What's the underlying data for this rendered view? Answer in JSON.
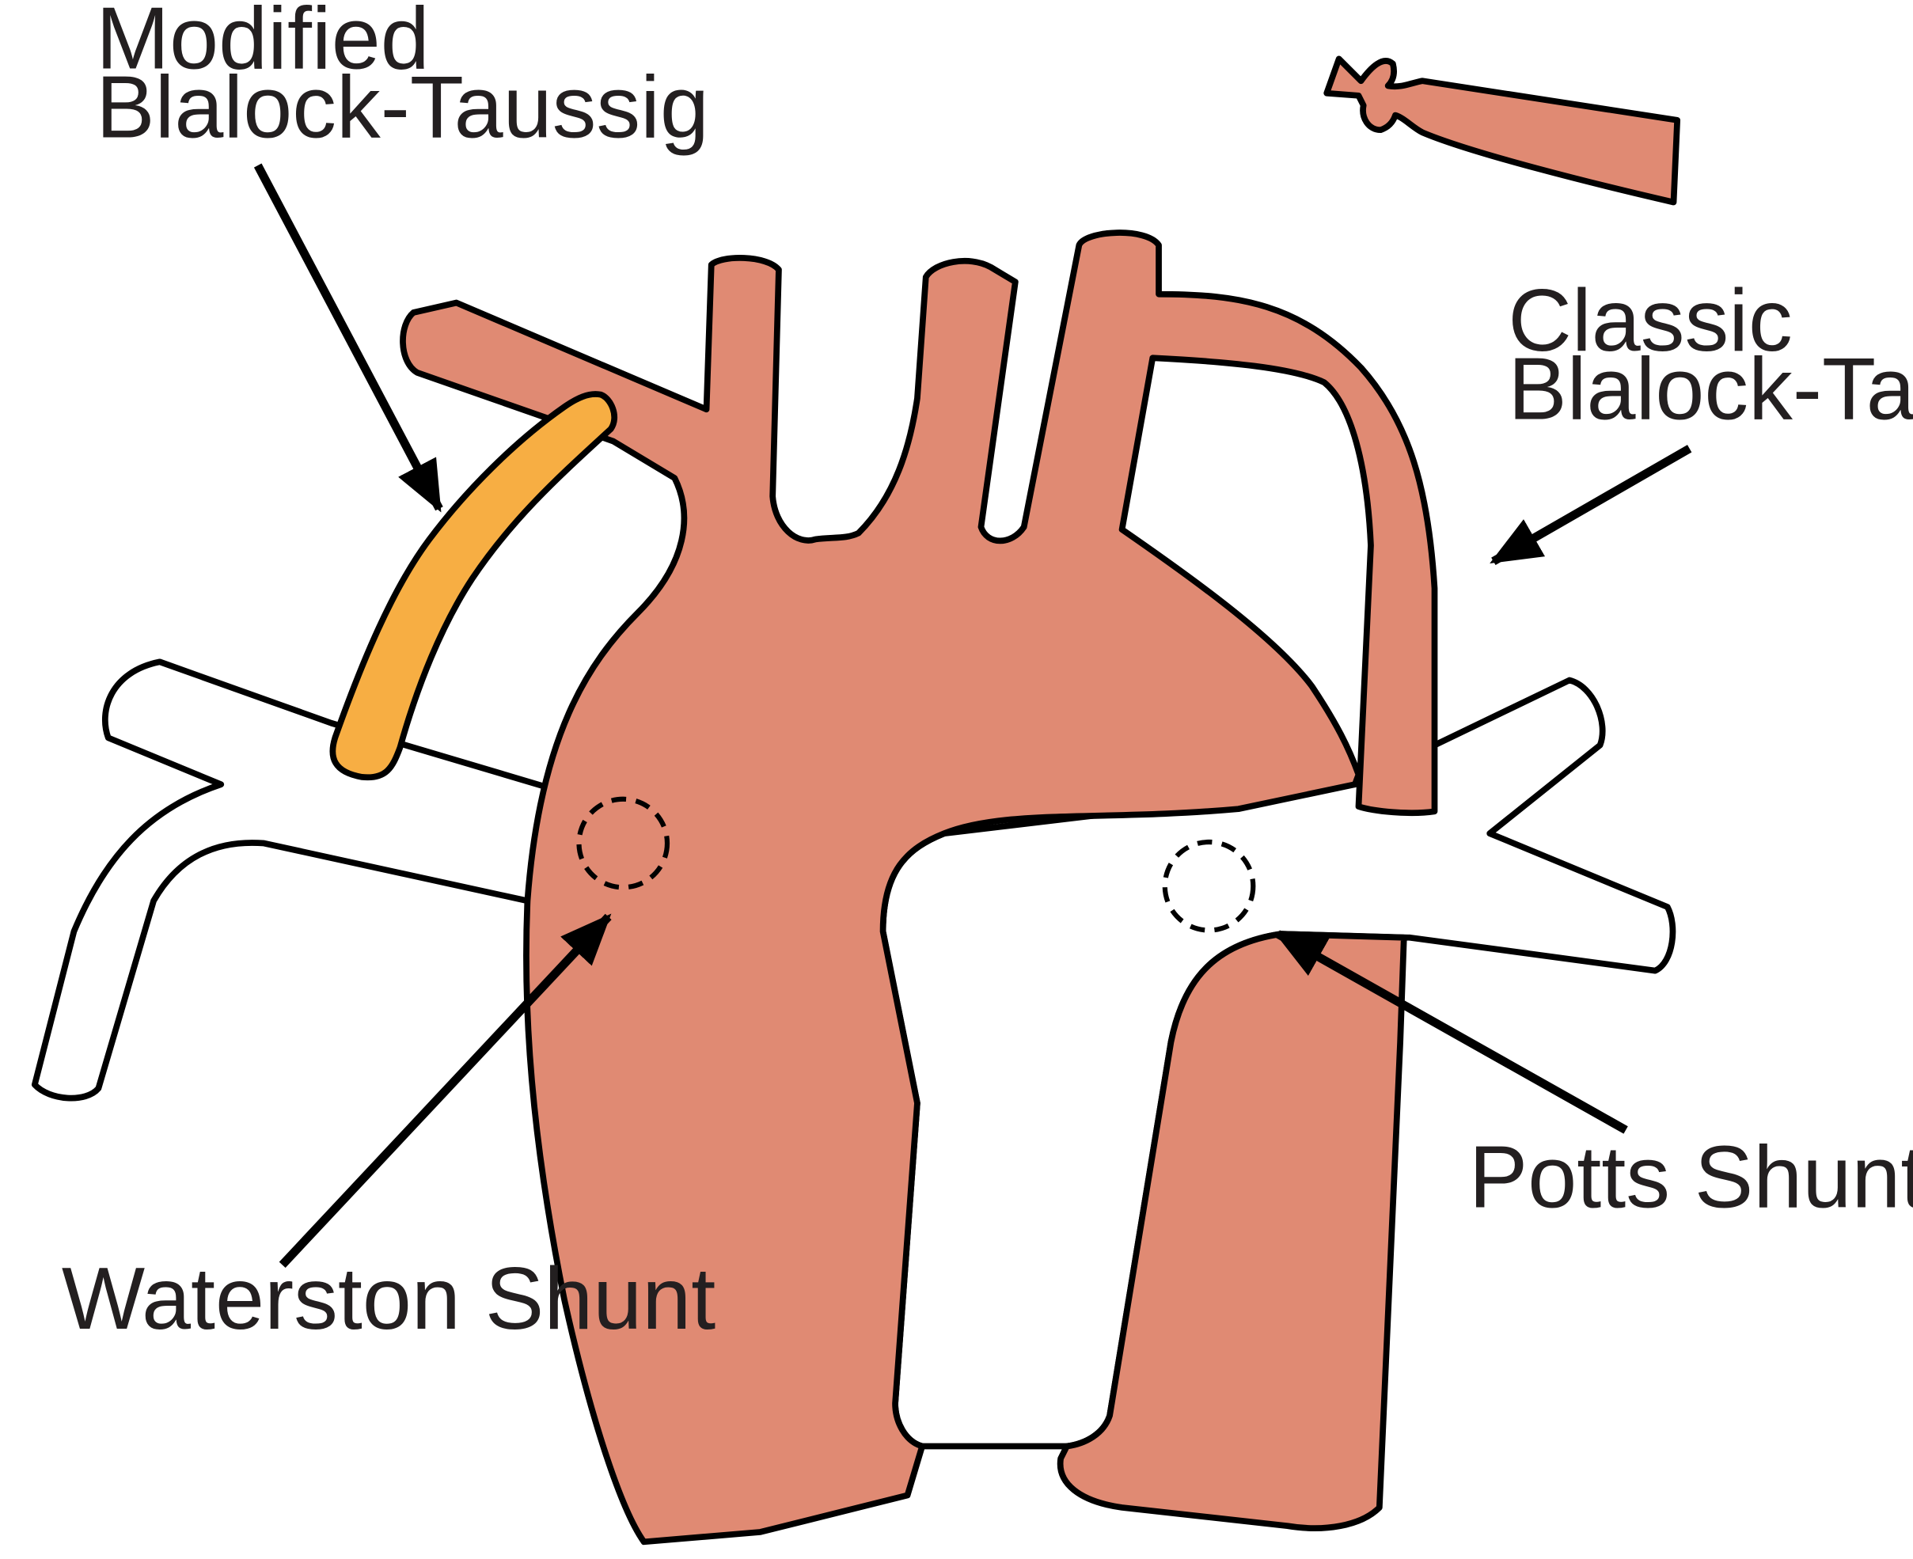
{
  "colors": {
    "vessel_fill": "#e08a73",
    "pulmonary_fill": "#ffffff",
    "modified_graft_fill": "#f7ae43",
    "outline": "#000000",
    "label_text": "#231f20"
  },
  "labels": {
    "modified_bt": {
      "line1": "Modified",
      "line2": "Blalock-Taussig"
    },
    "classic_bt": {
      "line1": "Classic",
      "line2": "Blalock-Taussig"
    },
    "waterston": "Waterston Shunt",
    "potts": "Potts Shunt"
  }
}
